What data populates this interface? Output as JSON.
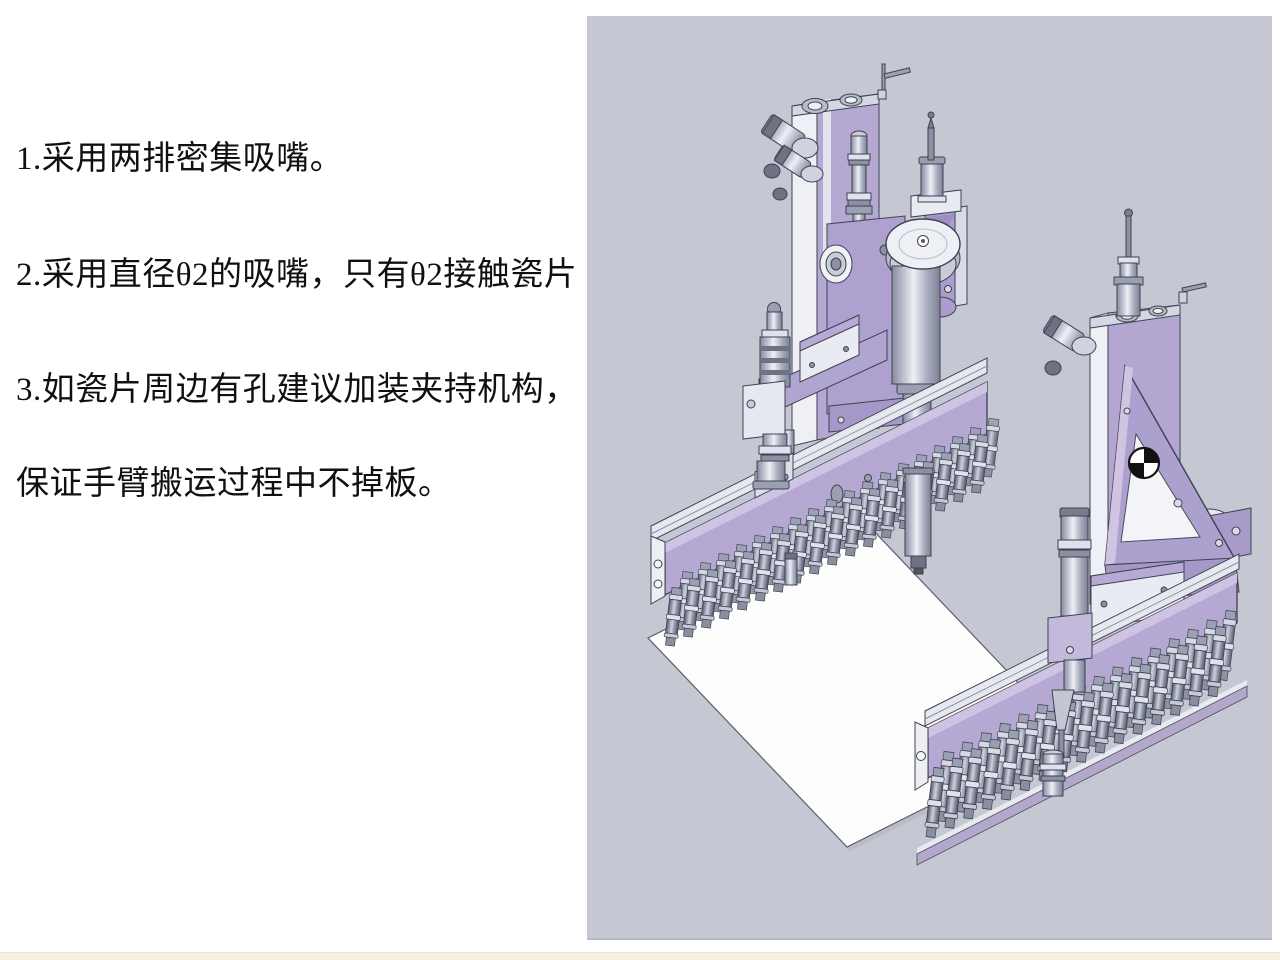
{
  "page": {
    "background": "#ffffff",
    "bottom_strip_color": "#f8f1e2"
  },
  "notes": {
    "text_color": "#101010",
    "lines": [
      "1.采用两排密集吸嘴。",
      "2.采用直径θ2的吸嘴，只有θ2接触瓷片",
      "3.如瓷片周边有孔建议加装夹持机构，",
      "保证手臂搬运过程中不掉板。"
    ]
  },
  "figure": {
    "panel_color": "#c5c8d2",
    "plate_color": "#fdfdfe",
    "purple": "#b5a9d3",
    "purple_light": "#cdc3e3",
    "purple_dark": "#a598c8",
    "silver": "#e8eaf2",
    "metal_mid": "#c9cdd9",
    "metal_dark": "#7c8194",
    "outline": "#3f4250",
    "nozzle_rows_per_rail": 2,
    "left_rail_nozzle_count": 18,
    "right_rail_nozzle_count": 16
  }
}
